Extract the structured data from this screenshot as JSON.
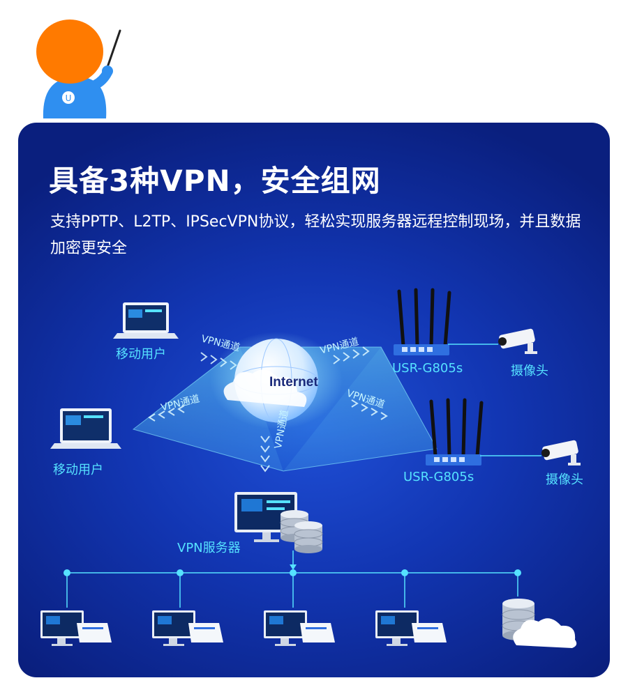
{
  "heading": {
    "title": "具备3种VPN，安全组网",
    "subtitle": "支持PPTP、L2TP、IPSecVPN协议，轻松实现服务器远程控制现场，并且数据加密更安全"
  },
  "diagram": {
    "center": "Internet",
    "tunnel_label": "VPN通道",
    "mobile_user": "移动用户",
    "router_model": "USR-G805s",
    "camera": "摄像头",
    "server": "VPN服务器"
  },
  "colors": {
    "panel_bg": "#1236b3",
    "accent": "#56e2ff",
    "mascot_head": "#ff7a00",
    "mascot_body": "#2f8ff0"
  },
  "icons": [
    "laptop-icon",
    "router-icon",
    "camera-icon",
    "server-icon",
    "database-icon",
    "cloud-icon",
    "monitor-icon",
    "globe-icon"
  ]
}
